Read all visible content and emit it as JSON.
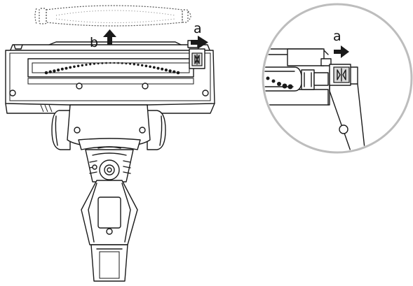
{
  "diagram": {
    "label_a_main": "a",
    "label_b_main": "b",
    "label_a_detail": "a",
    "colors": {
      "line": "#1a1a1a",
      "circle": "#bdbdbd",
      "fill": "#ffffff",
      "shade": "#d9d9d9"
    }
  }
}
